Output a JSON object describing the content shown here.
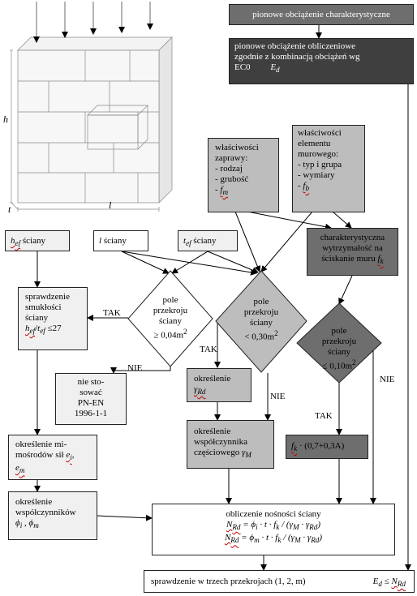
{
  "wall_labels": {
    "h": "h",
    "t": "t",
    "l": "l"
  },
  "box_char_load": "pionowe obciążenie charakterystyczne",
  "box_design_load": {
    "line1": "pionowe obciążenie obliczeniowe",
    "line2": "zgodnie z kombinacją obciążeń wg",
    "line3": "EC0",
    "sym": "E",
    "sub": "d"
  },
  "box_mortar": {
    "lines": [
      "właściwości",
      "zaprawy:",
      "- rodzaj",
      "- grubość"
    ],
    "last_prefix": "- ",
    "sym": "f",
    "sub": "m"
  },
  "box_masonry": {
    "lines": [
      "właściwości",
      "elementu",
      "murowego:",
      "- typ i grupa",
      "- wymiary"
    ],
    "last_prefix": "- ",
    "sym": "f",
    "sub": "b"
  },
  "box_char_strength": {
    "lines": [
      "charakterystyczna",
      "wytrzymałość na"
    ],
    "line3": "ściskanie muru ",
    "sym": "f",
    "sub": "k"
  },
  "box_hef": {
    "sym": "h",
    "sub": "ef",
    "rest": " ściany"
  },
  "box_l": {
    "sym": "l",
    "rest": " ściany"
  },
  "box_tef": {
    "sym": "t",
    "sub": "ef",
    "rest": " ściany"
  },
  "box_slenderness": {
    "lines": [
      "sprawdzenie",
      "smukłości",
      "ściany"
    ],
    "formula": "≤27"
  },
  "diamond1": {
    "lines": [
      "pole",
      "przekroju",
      "ściany"
    ],
    "cond": "≥ 0,04m",
    "sup": "2"
  },
  "diamond2": {
    "lines": [
      "pole",
      "przekroju",
      "ściany"
    ],
    "cond": "< 0,30m",
    "sup": "2"
  },
  "diamond3": {
    "lines": [
      "pole",
      "przekroju",
      "ściany"
    ],
    "cond": "≤ 0,10m",
    "sup": "2"
  },
  "branch_labels": {
    "tak1": "TAK",
    "nie1": "NIE",
    "tak2": "TAK",
    "nie2": "NIE",
    "tak3": "TAK",
    "nie3": "NIE"
  },
  "box_not_use": {
    "lines": [
      "nie sto-",
      "sować",
      "PN-EN",
      "1996-1-1"
    ]
  },
  "box_gamma_rd": {
    "line1": "określenie",
    "sym": "γ",
    "sub": "Rd"
  },
  "box_gamma_m": {
    "lines": [
      "określenie",
      "współczynnika"
    ],
    "line3": "częściowego ",
    "sym": "γ",
    "sub": "M"
  },
  "box_fk_reduce": {
    "sym": "f",
    "sub": "k",
    "rest": " · (0,7+0,3A)"
  },
  "box_eccentricity": {
    "lines": [
      "określenie mi-",
      "mośrodów sił "
    ],
    "e1": "e",
    "e1sub": "i",
    "e2": "e",
    "e2sub": "m"
  },
  "box_coeffs": {
    "lines": [
      "określenie",
      "współczynników"
    ],
    "phi1": "ϕ",
    "phi1sub": "i",
    "phi2": "ϕ",
    "phi2sub": "m"
  },
  "box_capacity": {
    "title": "obliczenie nośności ściany",
    "f1": "N",
    "f1sub": "Rd",
    "f1rest": " = ϕ",
    "f1phisub": "i",
    "f1tail": " · t · f",
    "f1ksub": "k",
    "f1end": " / (γ",
    "f1msub": "M",
    "f1mid": " · γ",
    "f1rdsub": "Rd",
    "f1close": ")",
    "f2phisub": "m"
  },
  "box_check": {
    "text": "sprawdzenie w trzech przekrojach (1, 2, m)",
    "sym": "E",
    "sub": "d",
    "rel": " ≤ ",
    "sym2": "N",
    "sub2": "Rd"
  }
}
